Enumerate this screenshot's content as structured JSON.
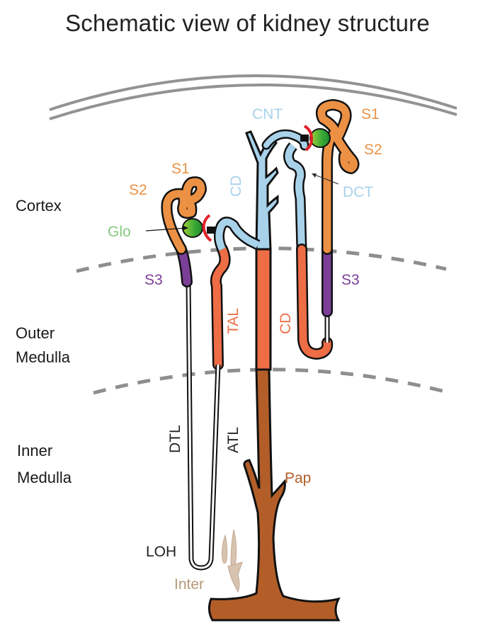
{
  "title": "Schematic view of kidney structure",
  "zones": [
    "Cortex",
    "Outer",
    "Medulla",
    "Inner",
    "Medulla"
  ],
  "zone_labels": {
    "cortex": "Cortex",
    "outer_medulla": [
      "Outer",
      "Medulla"
    ],
    "inner_medulla": [
      "Inner",
      "Medulla"
    ]
  },
  "segments": {
    "left_s1": "S1",
    "left_s2": "S2",
    "left_s3": "S3",
    "glo": "Glo",
    "cnt": "CNT",
    "cd_cortex": "CD",
    "right_s1": "S1",
    "right_s2": "S2",
    "dct": "DCT",
    "right_s3": "S3",
    "tal": "TAL",
    "cd_medulla": "CD",
    "dtl": "DTL",
    "atl": "ATL",
    "pap": "Pap",
    "loh": "LOH",
    "inter": "Inter"
  },
  "colors": {
    "proximal": "#ec9144",
    "s3": "#7b3f98",
    "distal": "#a8d2ea",
    "tal": "#ee6d45",
    "papilla": "#b35e28",
    "glomerulus": "#4cb848",
    "arteriole": "#e2202a",
    "interstitial": "#c8ad8f",
    "glo_label": "#86c97e",
    "dashed": "#8e8e8e"
  }
}
